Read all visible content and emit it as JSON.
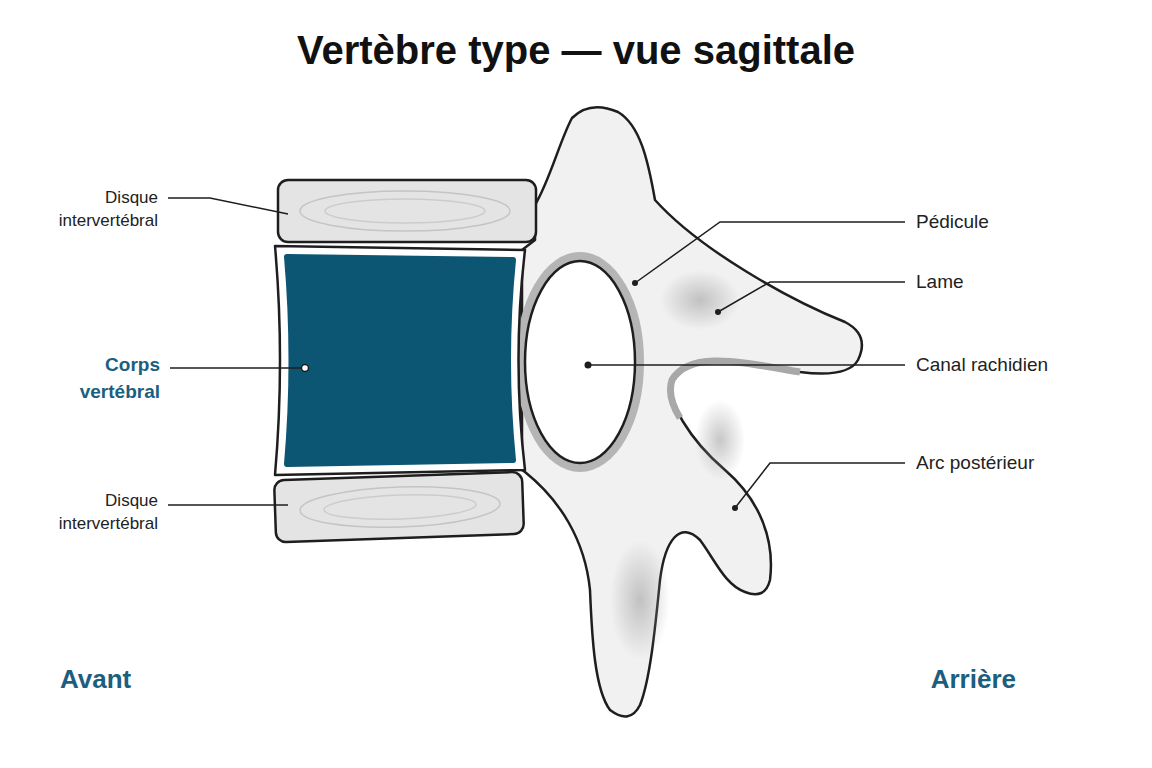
{
  "diagram": {
    "title": "Vertèbre type — vue sagittale",
    "labels": [
      "Disque intervertébral",
      "Corps vertébral",
      "Disque intervertébral",
      "Pédicule",
      "Lame",
      "Canal rachidien",
      "Arc postérieur",
      "Avant",
      "Arrière"
    ]
  }
}
